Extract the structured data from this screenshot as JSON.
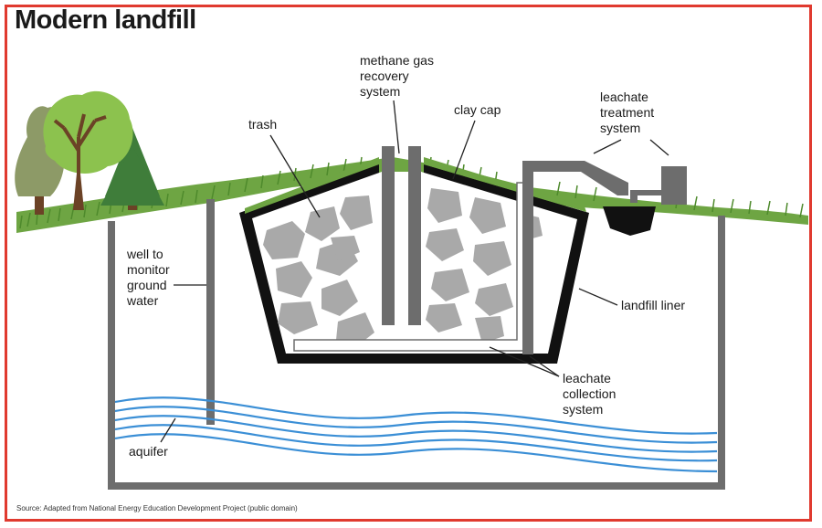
{
  "title": "Modern landfill",
  "labels": {
    "methane": "methane gas\nrecovery\nsystem",
    "trash": "trash",
    "clay_cap": "clay cap",
    "leachate_treatment": "leachate\ntreatment\nsystem",
    "well": "well to\nmonitor\nground\nwater",
    "landfill_liner": "landfill liner",
    "leachate_collection": "leachate\ncollection\nsystem",
    "aquifer": "aquifer"
  },
  "source": "Source: Adapted from National Energy Education Development Project (public domain)",
  "colors": {
    "frame": "#e03a2f",
    "grass": "#6ea543",
    "grass_dark": "#4e8a2c",
    "trash": "#a9a9a9",
    "liner": "#111111",
    "pipe": "#6d6d6d",
    "water": "#3b8fd6",
    "tree_olive": "#8d9a67",
    "tree_green": "#8cc24e",
    "tree_dark": "#3f7d3a",
    "trunk": "#6b4226"
  }
}
